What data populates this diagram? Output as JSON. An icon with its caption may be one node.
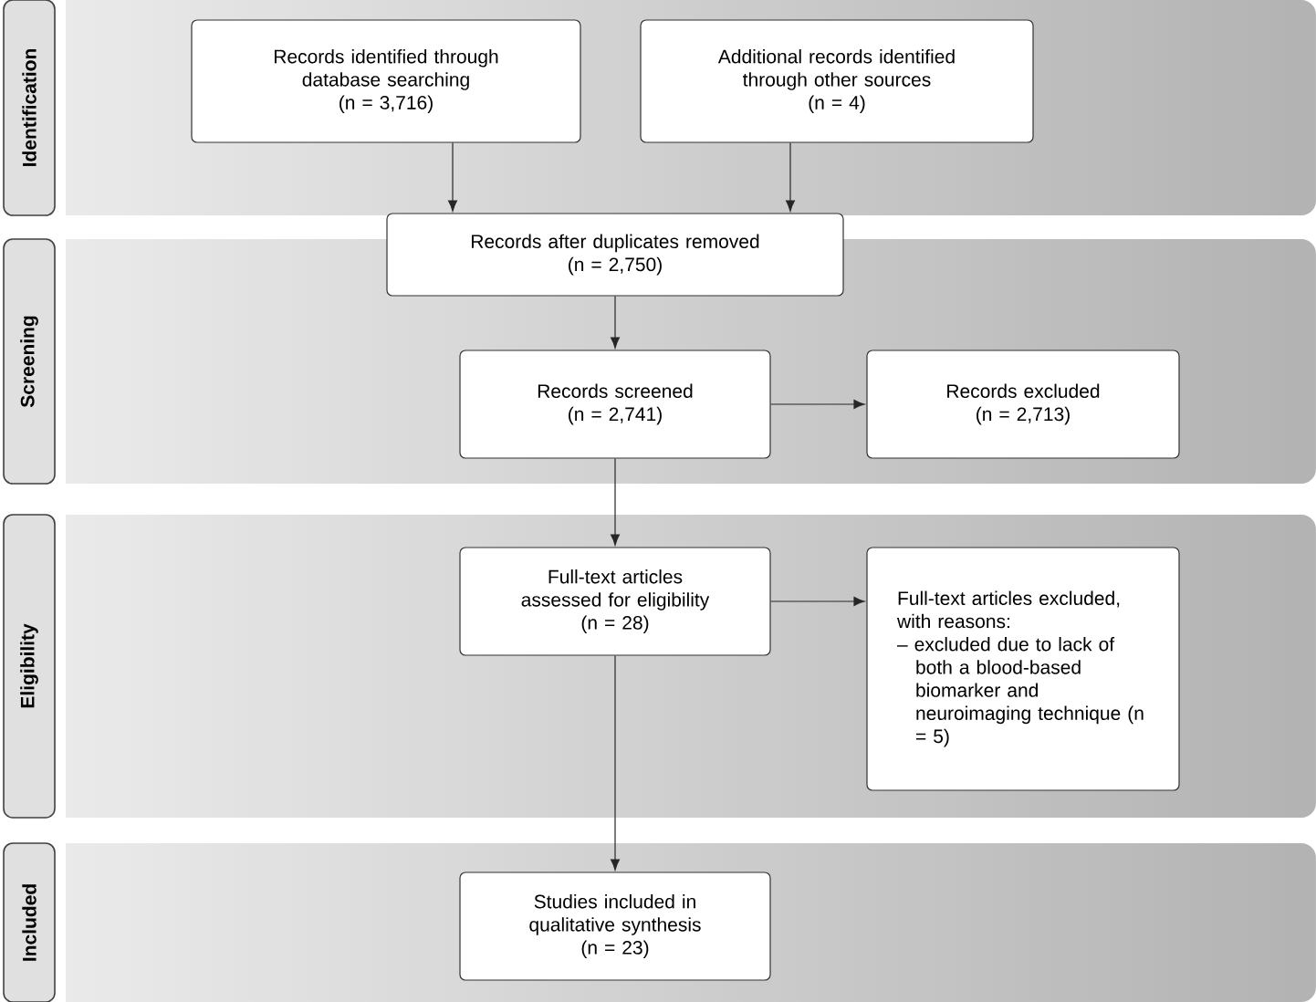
{
  "diagram": {
    "nodes": [
      {
        "text": [
          "Identification"
        ]
      },
      {
        "text": [
          "Records identified through database searching",
          "(n = 3,716)"
        ]
      },
      {
        "text": [
          "Additional records identified through other sources",
          "(n = 4)"
        ]
      },
      {
        "text": [
          "Records after duplicates removed",
          "(n = 2,750)"
        ]
      },
      {
        "text": [
          "Screening"
        ]
      },
      {
        "text": [
          "Records screened",
          "(n = 2,741)"
        ]
      },
      {
        "text": [
          "Records excluded",
          "(n = 2,713)"
        ]
      },
      {
        "text": [
          "Eligibility"
        ]
      },
      {
        "text": [
          "Full-text articles assessed for eligibility",
          "(n = 28)"
        ]
      },
      {
        "text": [
          "Full-text articles excluded, with reasons:",
          "– excluded due to lack of both a blood-based biomarker and neuroimaging technique (n = 5)"
        ]
      },
      {
        "text": [
          "Included"
        ]
      },
      {
        "text": [
          "Studies included in qualitative synthesis",
          "(n = 23)"
        ]
      }
    ],
    "edges": [
      {
        "from": 1,
        "to": 3,
        "arrow": "to"
      },
      {
        "from": 2,
        "to": 3,
        "arrow": "to"
      },
      {
        "from": 3,
        "to": 5,
        "arrow": "to"
      },
      {
        "from": 5,
        "to": 6,
        "arrow": "to"
      },
      {
        "from": 5,
        "to": 8,
        "arrow": "to"
      },
      {
        "from": 8,
        "to": 9,
        "arrow": "to"
      },
      {
        "from": 8,
        "to": 11,
        "arrow": "to"
      }
    ]
  }
}
